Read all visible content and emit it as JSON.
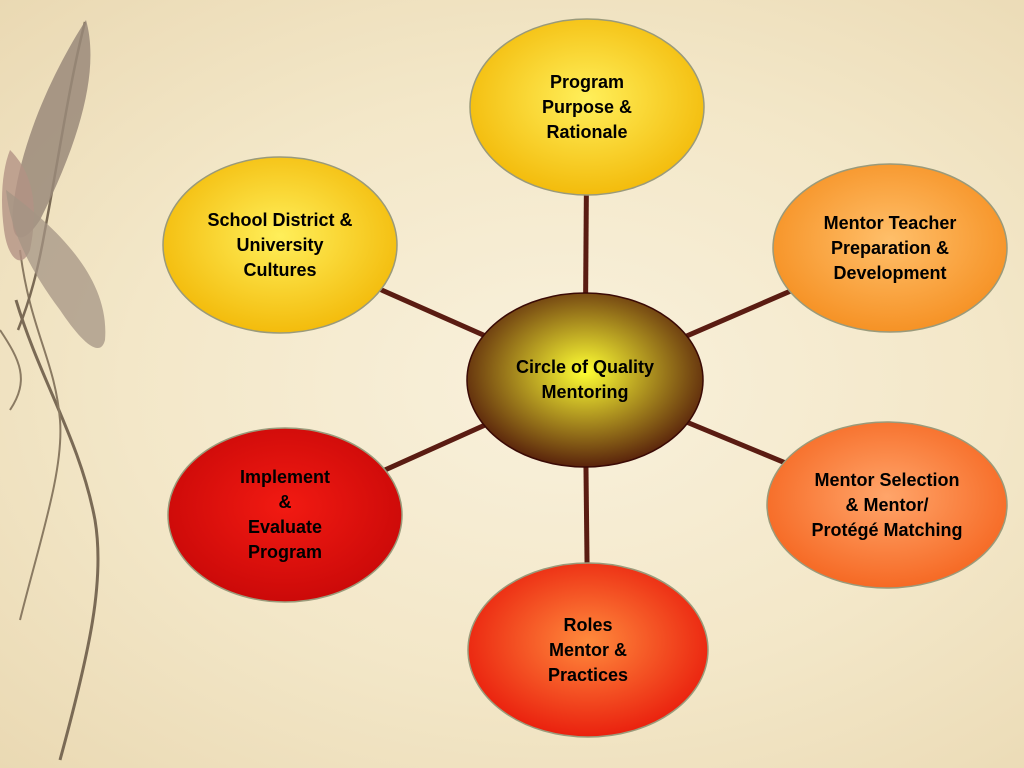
{
  "diagram": {
    "center": {
      "label": "Circle of Quality\nMentoring",
      "fill_inner": "#ffff33",
      "fill_outer": "#4a0f08"
    },
    "nodes": [
      {
        "id": "program-purpose",
        "label": "Program\nPurpose &\nRationale",
        "fill_inner": "#ffef5a",
        "fill_outer": "#f2b705"
      },
      {
        "id": "mentor-teacher-preparation",
        "label": "Mentor Teacher\nPreparation &\nDevelopment",
        "fill_inner": "#ffbf6a",
        "fill_outer": "#f58e1f"
      },
      {
        "id": "mentor-selection",
        "label": "Mentor Selection\n& Mentor/\nProtégé Matching",
        "fill_inner": "#ffa56a",
        "fill_outer": "#f5641e"
      },
      {
        "id": "roles-mentor-practices",
        "label": "Roles\nMentor &\nPractices",
        "fill_inner": "#ff8a3c",
        "fill_outer": "#e8170a"
      },
      {
        "id": "implement-evaluate",
        "label": "Implement\n&\nEvaluate\nProgram",
        "fill_inner": "#f21a12",
        "fill_outer": "#c80808"
      },
      {
        "id": "school-district-cultures",
        "label": "School District &\nUniversity\nCultures",
        "fill_inner": "#ffef5a",
        "fill_outer": "#f2b705"
      }
    ],
    "connector_color": "#5a1c12",
    "node_border_color": "#9a9a7a"
  }
}
